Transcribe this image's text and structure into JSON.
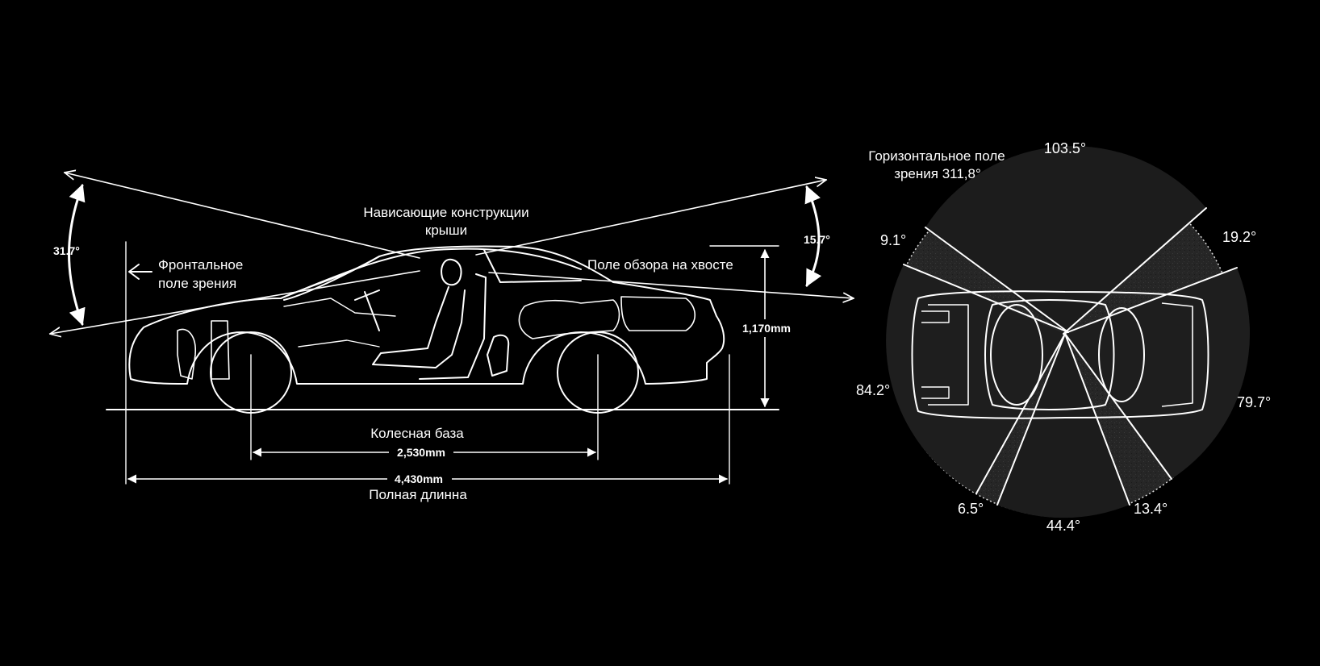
{
  "side_view": {
    "labels": {
      "frontal_line1": "Фронтальное",
      "frontal_line2": "поле зрения",
      "roof_line1": "Нависающие конструкции",
      "roof_line2": "крыши",
      "rear_view": "Поле обзора на хвосте",
      "wheelbase_label": "Колесная база",
      "full_length_label": "Полная длинна"
    },
    "dimensions": {
      "front_angle": "31.7°",
      "rear_angle": "15.7°",
      "height": "1,170mm",
      "wheelbase": "2,530mm",
      "length": "4,430mm"
    }
  },
  "top_view": {
    "title_line1": "Горизонтальное поле",
    "title_line2": "зрения 311,8°",
    "angles": {
      "top": "103.5°",
      "upper_left": "9.1°",
      "upper_right": "19.2°",
      "left": "84.2°",
      "right": "79.7°",
      "lower_left": "6.5°",
      "bottom": "44.4°",
      "lower_right": "13.4°"
    }
  },
  "colors": {
    "background": "#000000",
    "line": "#ffffff",
    "circle_fill": "#2a2a2a"
  }
}
